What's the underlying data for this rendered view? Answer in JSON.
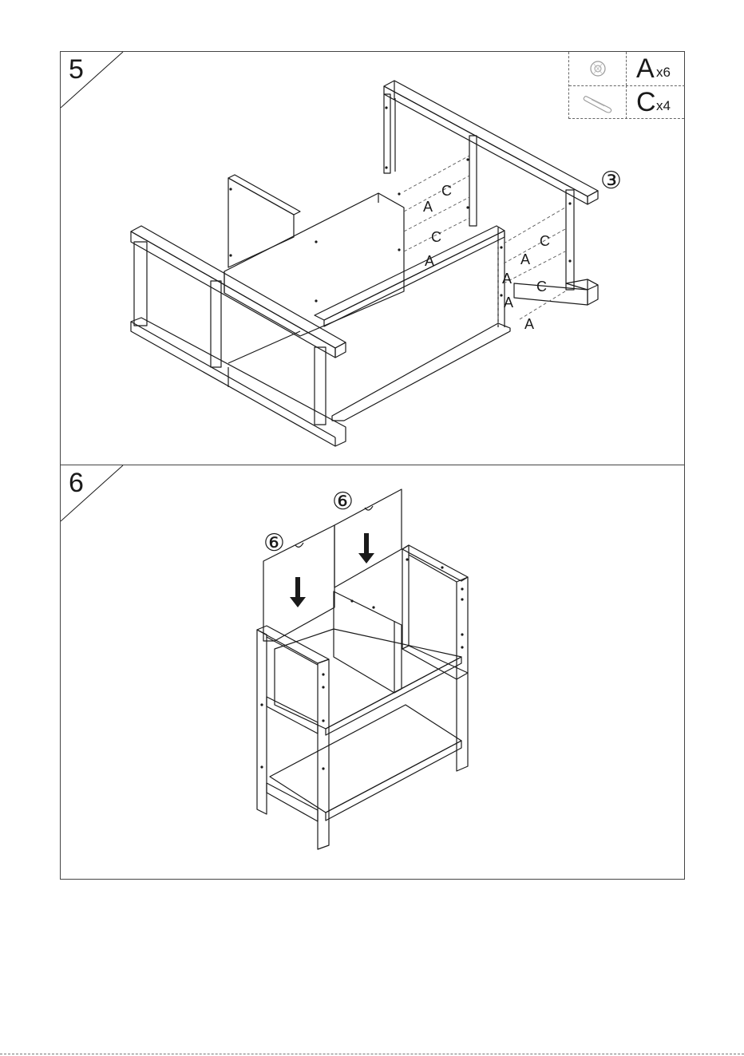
{
  "steps": [
    {
      "number": "5",
      "legend": [
        {
          "letter": "A",
          "qty": "x6",
          "icon": "cam-lock-icon"
        },
        {
          "letter": "C",
          "qty": "x4",
          "icon": "wooden-dowel-icon"
        }
      ],
      "part_ref": "③",
      "callouts": [
        "C",
        "A",
        "C",
        "A",
        "C",
        "A",
        "A",
        "C",
        "A",
        "A"
      ]
    },
    {
      "number": "6",
      "part_refs": [
        "⑥",
        "⑥"
      ],
      "arrows": [
        "down-arrow-icon",
        "down-arrow-icon"
      ]
    }
  ],
  "colors": {
    "line": "#1a1a1a",
    "border": "#444444",
    "dashed": "#666666"
  }
}
